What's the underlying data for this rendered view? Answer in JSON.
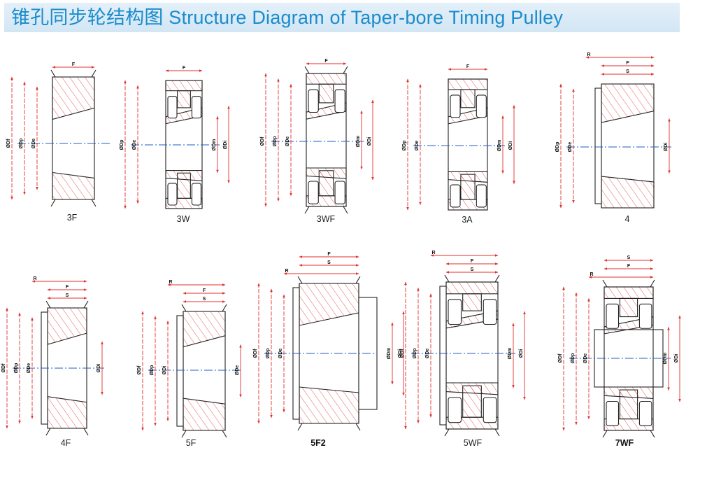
{
  "title": "锥孔同步轮结构图 Structure Diagram of Taper-bore Timing Pulley",
  "colors": {
    "title": "#1a8ccc",
    "title_bg": "#dbeaf6",
    "dimension": "#e0322f",
    "hatch": "#e0322f",
    "centerline": "#1f5fbf"
  },
  "diagrams": [
    {
      "caption": "3F",
      "labels": {
        "top": [
          "F"
        ],
        "left": [
          "ØDf",
          "ØDp",
          "ØDe"
        ],
        "right": []
      }
    },
    {
      "caption": "3W",
      "labels": {
        "top": [
          "F"
        ],
        "left": [
          "ØDp",
          "ØDe"
        ],
        "right": [
          "ØDm",
          "ØDi"
        ]
      }
    },
    {
      "caption": "3WF",
      "labels": {
        "top": [
          "F"
        ],
        "left": [
          "ØDf",
          "ØDp",
          "ØDe"
        ],
        "right": [
          "ØDm",
          "ØDi"
        ]
      }
    },
    {
      "caption": "3A",
      "labels": {
        "top": [
          "F"
        ],
        "left": [
          "ØDp",
          "ØDe"
        ],
        "right": [
          "ØDm",
          "ØDi"
        ]
      }
    },
    {
      "caption": "4",
      "labels": {
        "top": [
          "R",
          "F",
          "S"
        ],
        "left": [
          "ØDp",
          "ØDe"
        ],
        "right": [
          "ØDi"
        ]
      }
    },
    {
      "caption": "4F",
      "labels": {
        "top": [
          "R",
          "F",
          "S"
        ],
        "left": [
          "ØDf",
          "ØDp",
          "ØDe"
        ],
        "right": [
          "ØDi"
        ]
      }
    },
    {
      "caption": "5F",
      "labels": {
        "top": [
          "R",
          "F",
          "S"
        ],
        "left": [
          "ØDf",
          "ØDp",
          "ØDi"
        ],
        "right": [
          "ØDe"
        ]
      }
    },
    {
      "caption": "5F2",
      "labels": {
        "top": [
          "F",
          "S",
          "R"
        ],
        "left": [
          "ØDf",
          "ØDp",
          "ØDe"
        ],
        "right": [
          "ØDm",
          "ØDi"
        ]
      }
    },
    {
      "caption": "5WF",
      "labels": {
        "top": [
          "R",
          "F",
          "S"
        ],
        "left": [
          "ØDf",
          "ØDp",
          "ØDe"
        ],
        "right": [
          "ØDm",
          "ØDi"
        ]
      }
    },
    {
      "caption": "7WF",
      "labels": {
        "top": [
          "S",
          "F",
          "R"
        ],
        "left": [
          "ØDf",
          "ØDp",
          "ØDe"
        ],
        "right": [
          "ØDm",
          "ØDi"
        ]
      }
    }
  ]
}
